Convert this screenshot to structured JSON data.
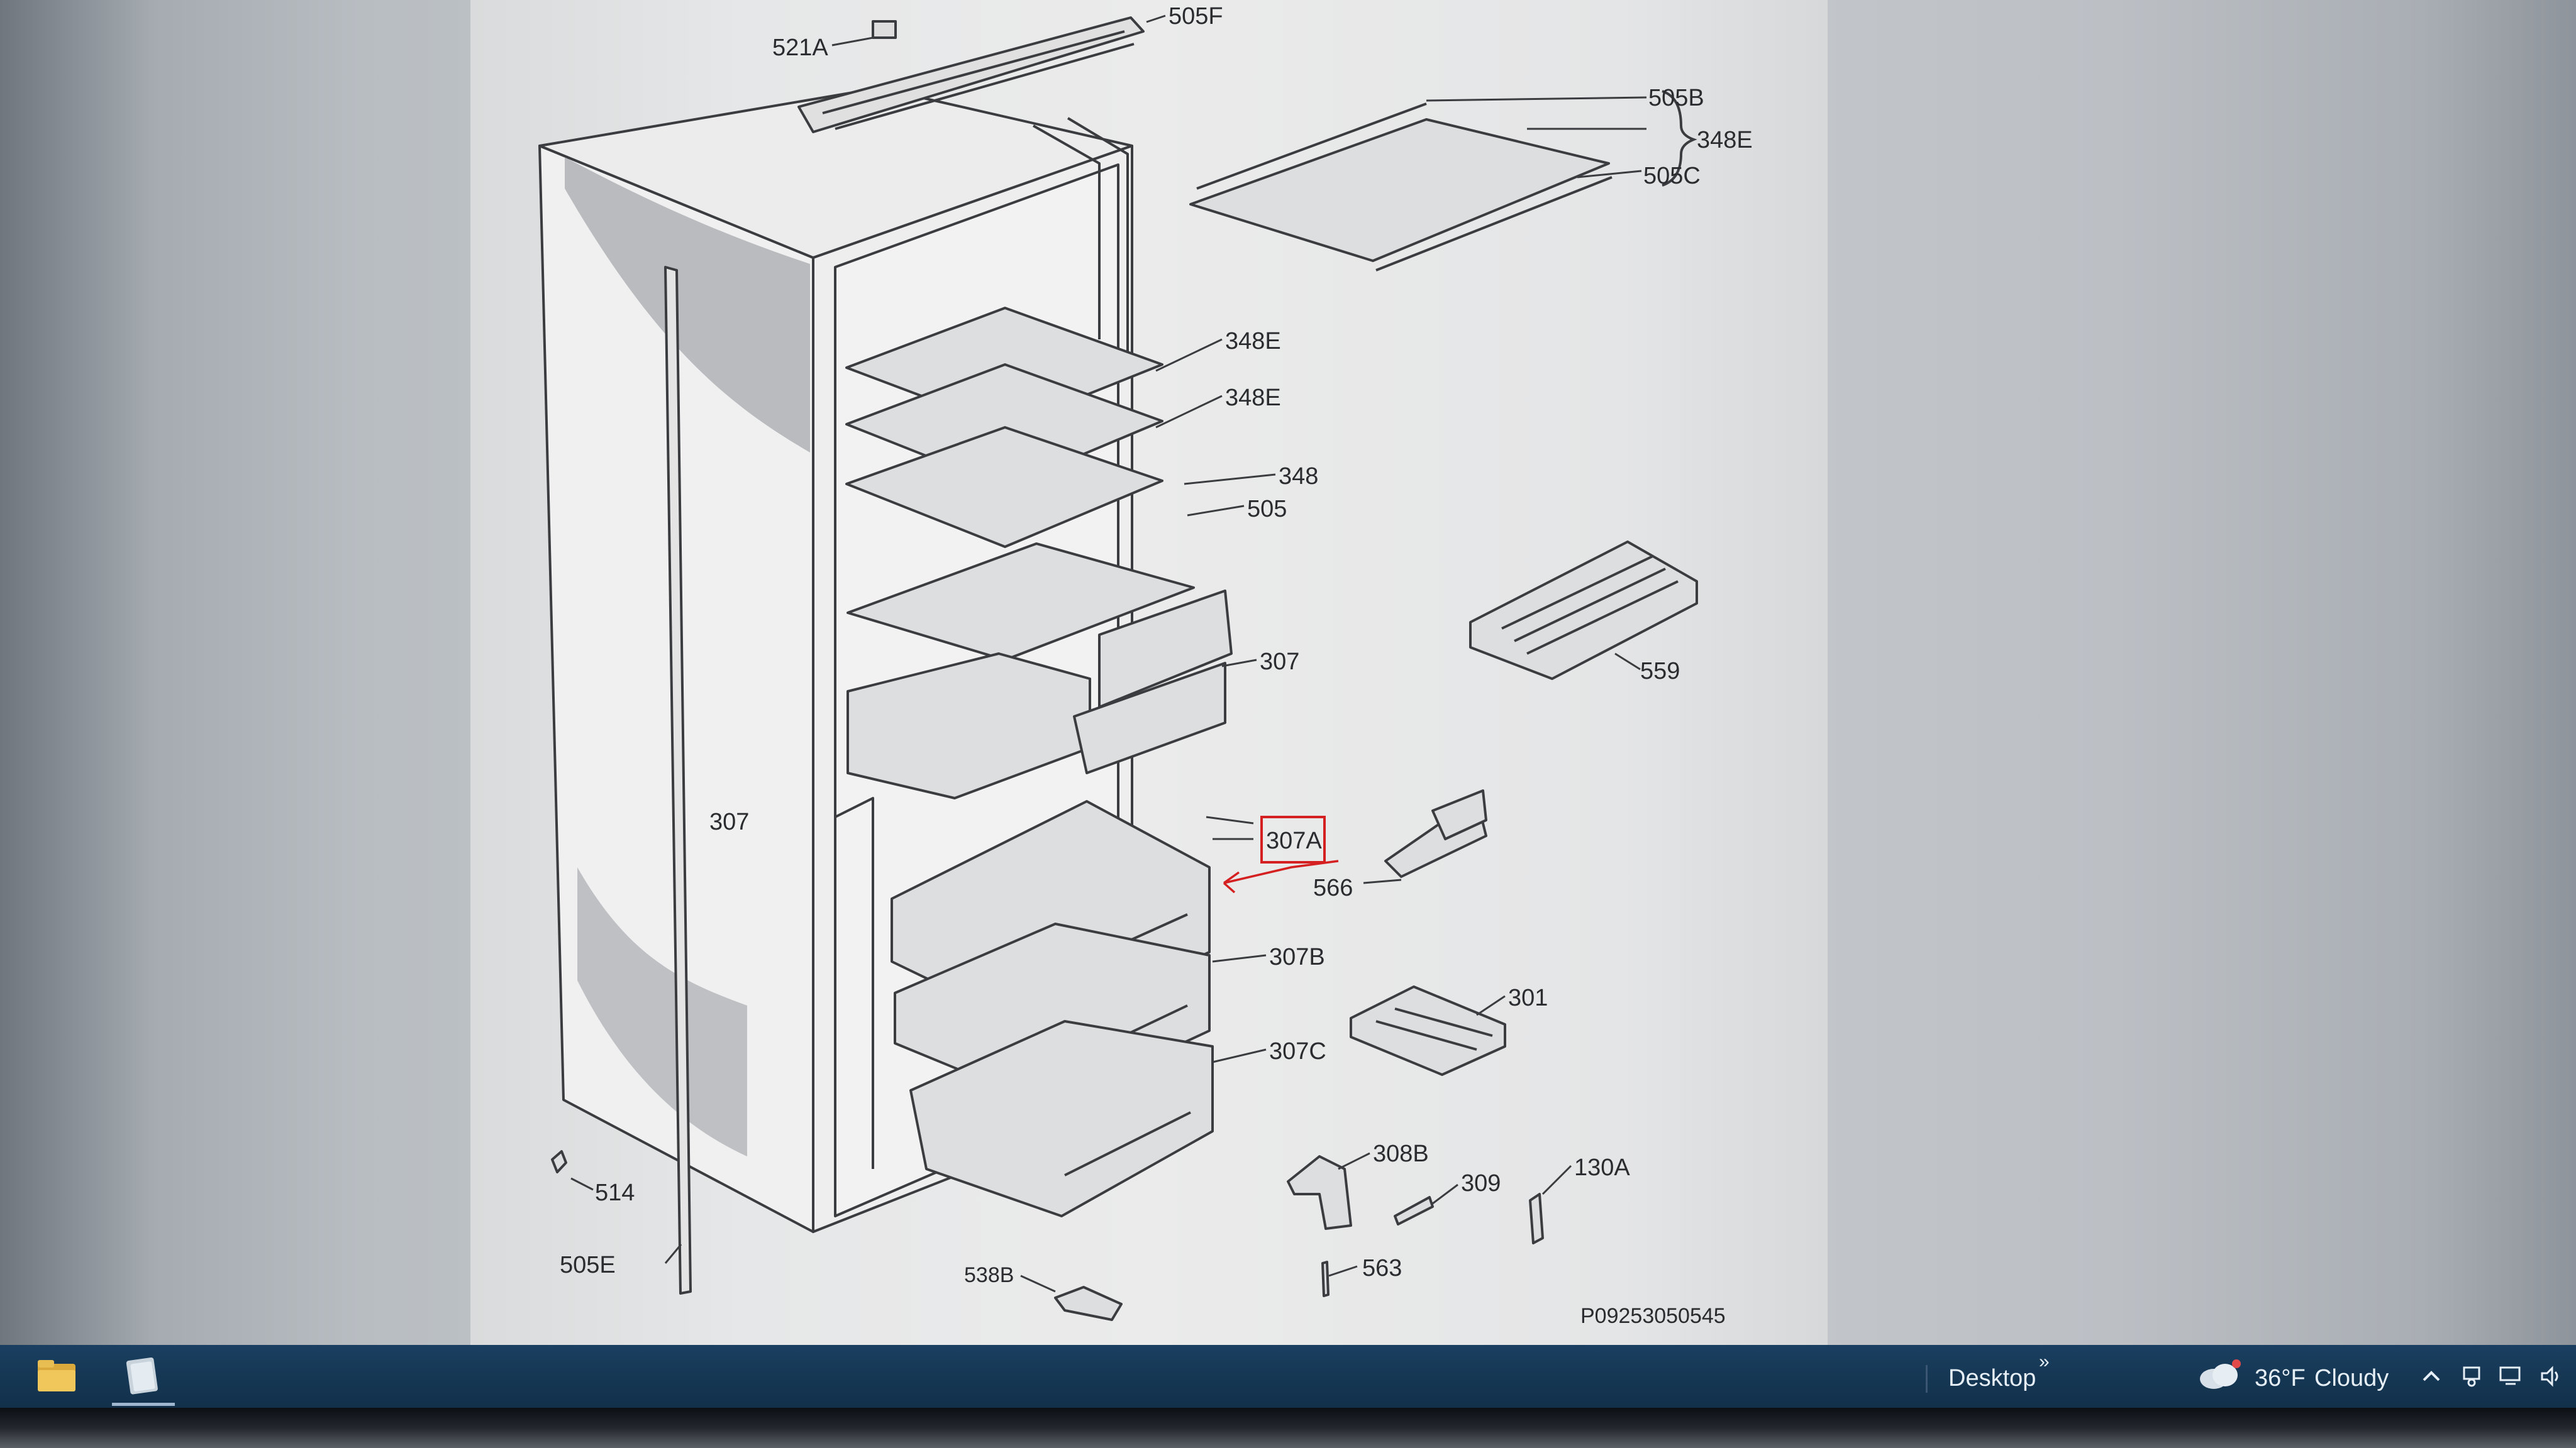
{
  "diagram": {
    "labels": {
      "l521a": "521A",
      "l505f": "505F",
      "l505b": "505B",
      "l348e_group": "348E",
      "l505c": "505C",
      "l348e_1": "348E",
      "l348e_2": "348E",
      "l348": "348",
      "l505": "505",
      "l307_right": "307",
      "l559": "559",
      "l307_left": "307",
      "l307a": "307A",
      "l566": "566",
      "l307b": "307B",
      "l301": "301",
      "l307c": "307C",
      "l308b": "308B",
      "l309": "309",
      "l130a": "130A",
      "l514": "514",
      "l505e": "505E",
      "l563": "563",
      "l538b": "538B",
      "drawing_number": "P09253050545"
    },
    "highlight_color": "#d42020"
  },
  "taskbar": {
    "desktop_label": "Desktop",
    "overflow_glyph": "»",
    "weather_temp": "36°F",
    "weather_condition": "Cloudy",
    "icons": [
      "file-explorer-icon",
      "app-icon",
      "weather-cloud-icon",
      "chevron-up-icon",
      "network-icon",
      "display-icon",
      "volume-icon"
    ]
  }
}
